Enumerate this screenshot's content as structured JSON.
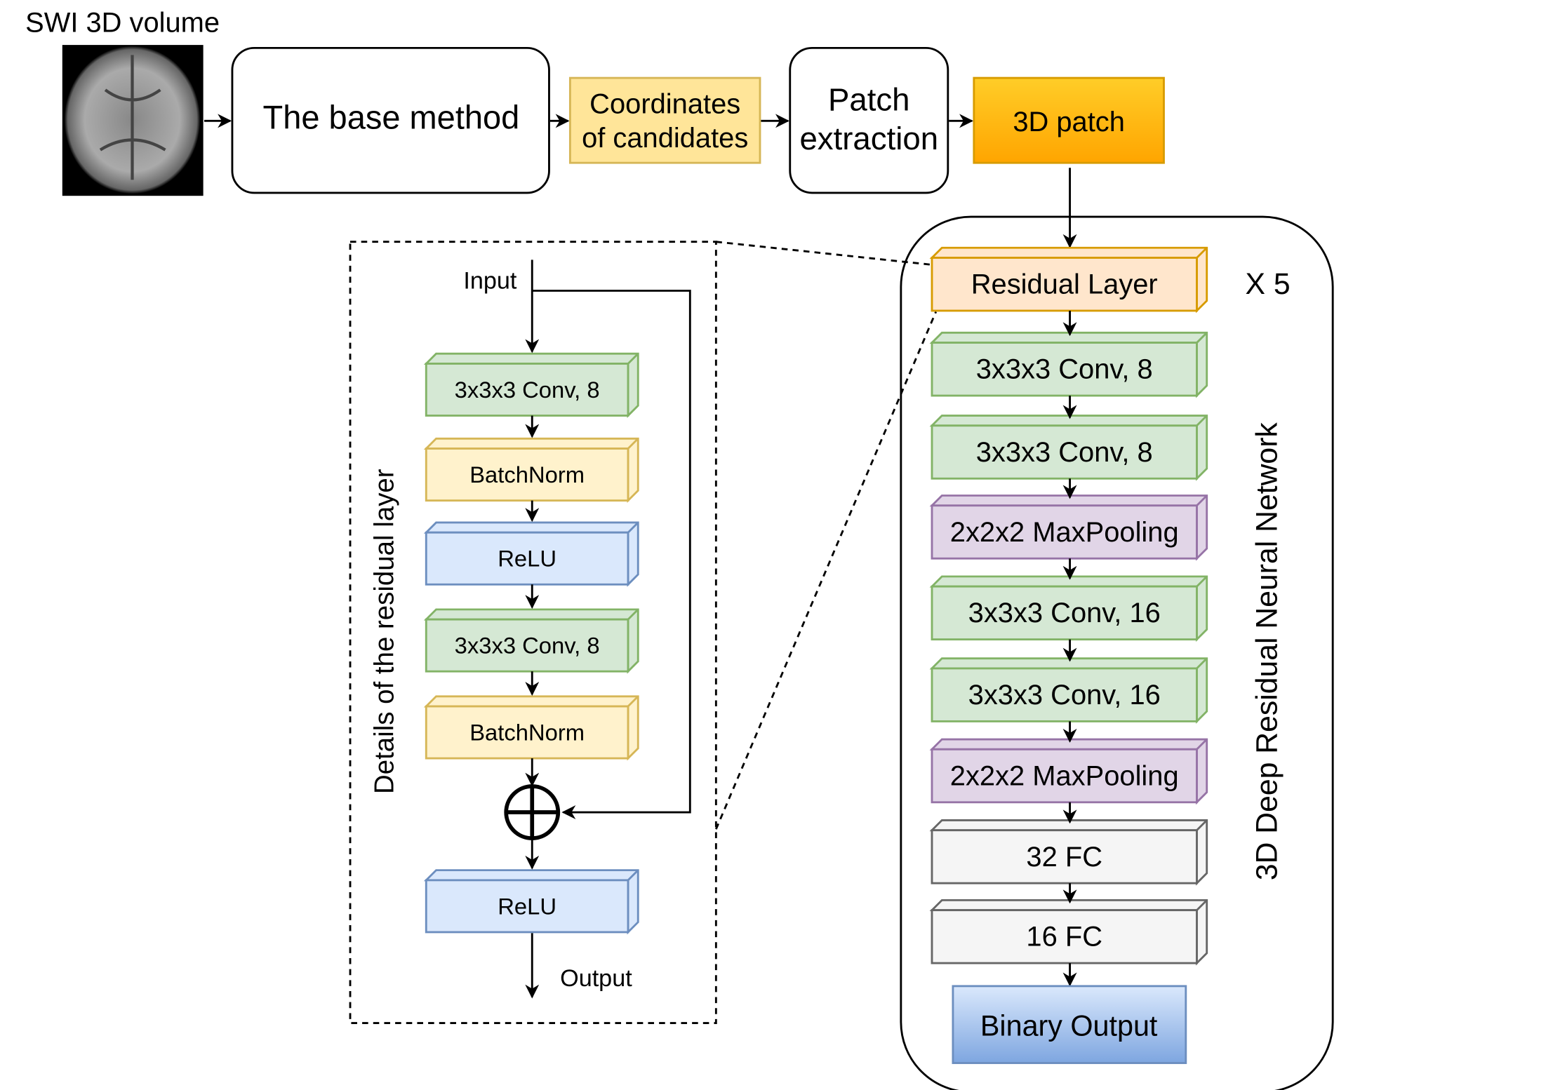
{
  "input_label": "SWI 3D volume",
  "pipeline": {
    "base_method": "The base method",
    "coordinates_line1": "Coordinates",
    "coordinates_line2": "of candidates",
    "patch_line1": "Patch",
    "patch_line2": "extraction",
    "patch_3d": "3D patch"
  },
  "detail": {
    "title": "Details of the residual layer",
    "input": "Input",
    "output": "Output",
    "layers": [
      "3x3x3 Conv, 8",
      "BatchNorm",
      "ReLU",
      "3x3x3 Conv, 8",
      "BatchNorm",
      "ReLU"
    ]
  },
  "network": {
    "title": "3D Deep Residual Neural Network",
    "repeat": "X 5",
    "layers": [
      "Residual Layer",
      "3x3x3 Conv, 8",
      "3x3x3 Conv, 8",
      "2x2x2 MaxPooling",
      "3x3x3 Conv, 16",
      "3x3x3 Conv, 16",
      "2x2x2 MaxPooling",
      "32 FC",
      "16 FC"
    ],
    "output": "Binary Output"
  },
  "colors": {
    "green": "#d5e8d4",
    "yellow": "#fff2cc",
    "blue": "#dae8fc",
    "purple": "#e1d5e7",
    "gray": "#f5f5f5",
    "orange_light": "#ffe6cc",
    "orange": "#ffa500",
    "coord_yellow": "#ffe599"
  }
}
